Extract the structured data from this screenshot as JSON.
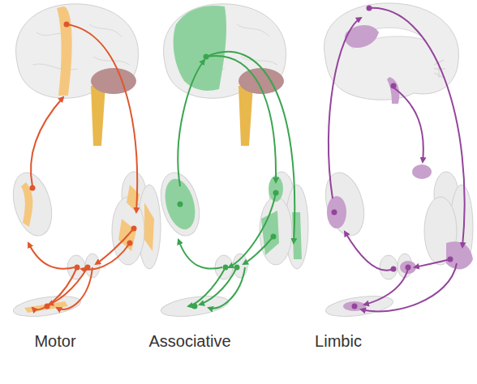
{
  "diagram": {
    "labels": [
      "Motor",
      "Associative",
      "Limbic"
    ]
  }
}
